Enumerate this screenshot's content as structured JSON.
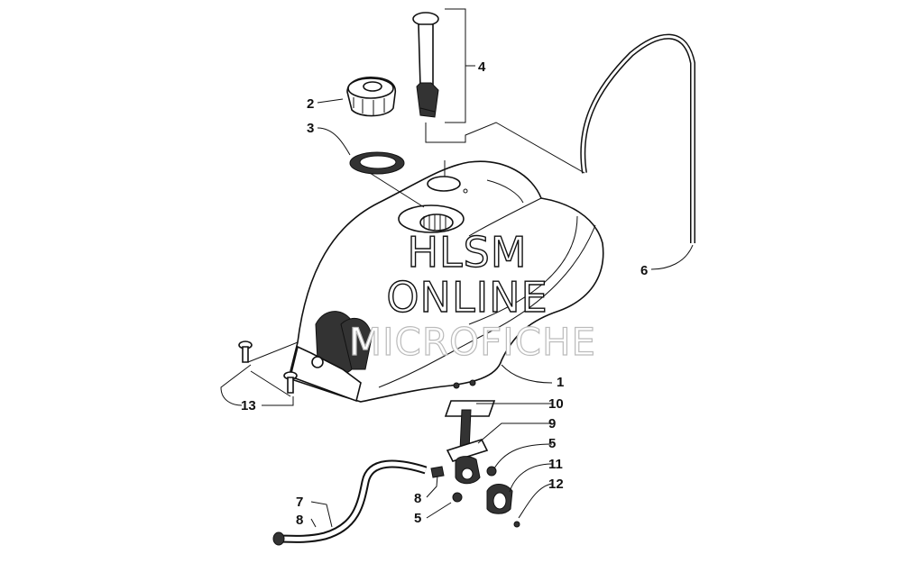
{
  "callouts": {
    "c1": "1",
    "c2": "2",
    "c3": "3",
    "c4": "4",
    "c5a": "5",
    "c5b": "5",
    "c6": "6",
    "c7": "7",
    "c8a": "8",
    "c8b": "8",
    "c9": "9",
    "c10": "10",
    "c11": "11",
    "c12": "12",
    "c13": "13"
  },
  "watermark": {
    "line1": "HLSM",
    "line2": "ONLINE",
    "line3": "MICROFICHE"
  }
}
